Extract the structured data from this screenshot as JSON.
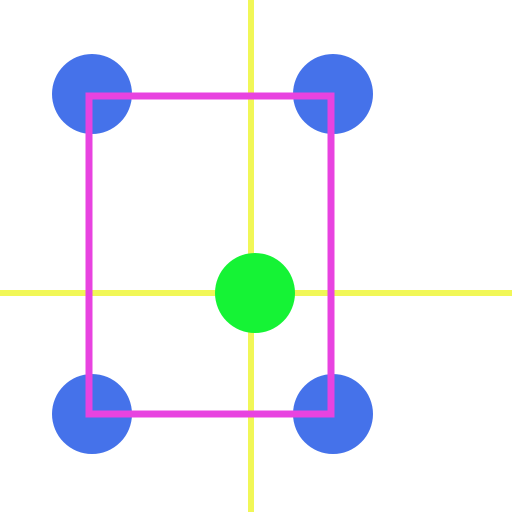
{
  "colors": {
    "background": "#ffffff",
    "axis": "#f1f757",
    "rectangle": "#e843e0",
    "corner_dot": "#4572ea",
    "center_dot": "#15f335"
  },
  "shapes": {
    "axes": [
      "vertical-axis",
      "horizontal-axis"
    ],
    "rectangle": "rectangle-outline",
    "corner_dots": [
      "top-left",
      "top-right",
      "bottom-left",
      "bottom-right"
    ],
    "center_dot": "center"
  }
}
